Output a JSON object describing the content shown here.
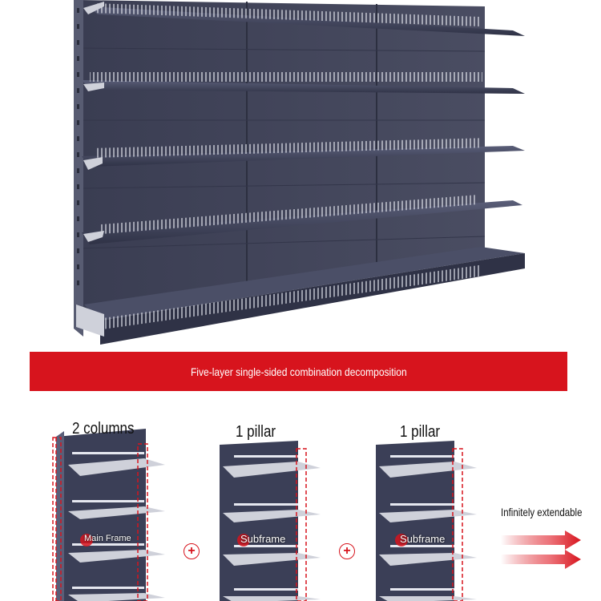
{
  "banner": {
    "text": "Five-layer single-sided combination decomposition"
  },
  "modules": [
    {
      "count_label": "2 columns",
      "frame_label": "Main Frame"
    },
    {
      "count_label": "1 pillar",
      "frame_label": "Subframe"
    },
    {
      "count_label": "1 pillar",
      "frame_label": "Subframe"
    }
  ],
  "extension": {
    "text": "Infinitely extendable"
  },
  "colors": {
    "accent": "#d7141d",
    "shelf": "#3b3f57",
    "wire": "#e6e8f0"
  },
  "icons": {
    "plus": "plus-circle-icon",
    "arrows": "double-arrow-right-icon"
  }
}
